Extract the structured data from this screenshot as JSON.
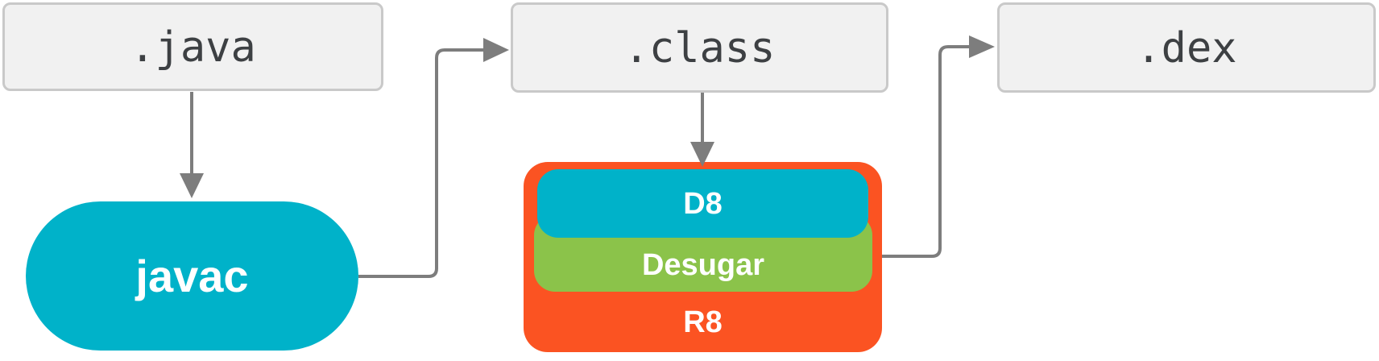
{
  "diagram": {
    "nodes": {
      "java": ".java",
      "class": ".class",
      "dex": ".dex",
      "javac": "javac",
      "d8": "D8",
      "desugar": "Desugar",
      "r8": "R8"
    },
    "edges": [
      {
        "from": "java",
        "to": "javac"
      },
      {
        "from": "javac",
        "to": "class"
      },
      {
        "from": "class",
        "to": "d8"
      },
      {
        "from": "r8",
        "to": "dex"
      }
    ],
    "colors": {
      "background": "#ffffff",
      "teal": "#00b2c9",
      "orange": "#fb5322",
      "green": "#8bc34a",
      "file_box_bg": "#f1f1f1",
      "file_box_border": "#c9c9c9",
      "file_text": "#3d4043",
      "arrow": "#7d7d7d",
      "label_text": "#ffffff"
    }
  }
}
